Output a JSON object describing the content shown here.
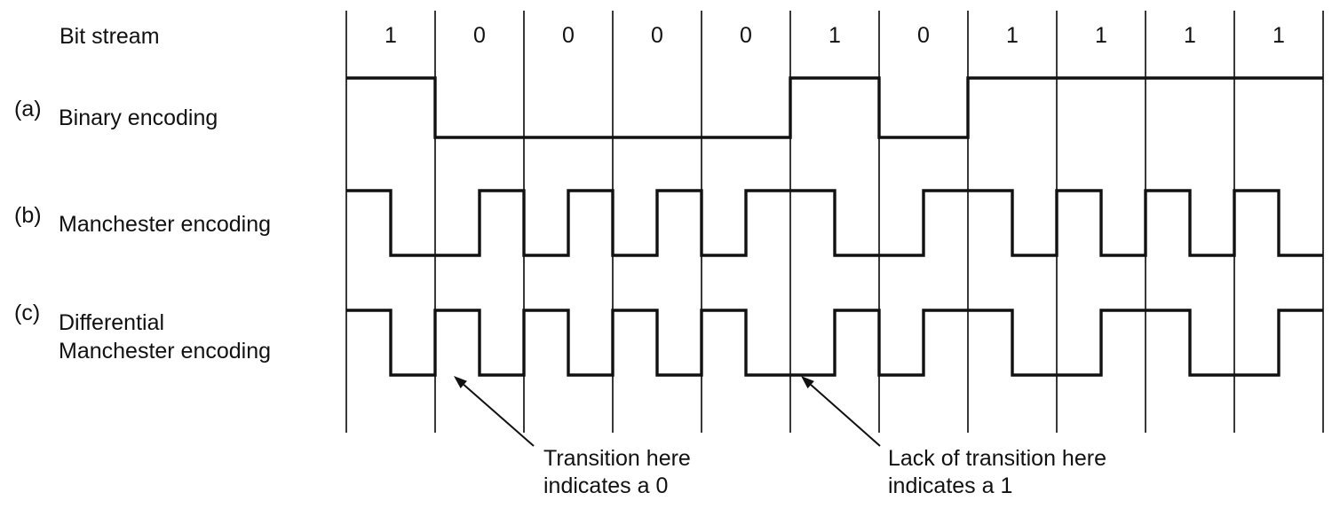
{
  "labels": {
    "bit_stream": "Bit stream"
  },
  "bits": [
    "1",
    "0",
    "0",
    "0",
    "0",
    "1",
    "0",
    "1",
    "1",
    "1",
    "1"
  ],
  "rows": [
    {
      "tag": "(a)",
      "label": "Binary encoding"
    },
    {
      "tag": "(b)",
      "label": "Manchester encoding"
    },
    {
      "tag": "(c)",
      "label_line1": "Differential",
      "label_line2": "Manchester encoding"
    }
  ],
  "waveforms": {
    "level_convention": "1=high, 0=low; half_levels are [first-half, second-half] of each bit cell",
    "binary_levels": [
      1,
      0,
      0,
      0,
      0,
      1,
      0,
      1,
      1,
      1,
      1
    ],
    "manchester_half_levels": [
      [
        1,
        0
      ],
      [
        0,
        1
      ],
      [
        0,
        1
      ],
      [
        0,
        1
      ],
      [
        0,
        1
      ],
      [
        1,
        0
      ],
      [
        0,
        1
      ],
      [
        1,
        0
      ],
      [
        1,
        0
      ],
      [
        1,
        0
      ],
      [
        1,
        0
      ]
    ],
    "differential_manchester_half_levels": [
      [
        1,
        0
      ],
      [
        1,
        0
      ],
      [
        1,
        0
      ],
      [
        1,
        0
      ],
      [
        1,
        0
      ],
      [
        0,
        1
      ],
      [
        0,
        1
      ],
      [
        1,
        0
      ],
      [
        0,
        1
      ],
      [
        1,
        0
      ],
      [
        0,
        1
      ]
    ]
  },
  "annotations": [
    {
      "line1": "Transition here",
      "line2": "indicates a 0"
    },
    {
      "line1": "Lack of transition here",
      "line2": "indicates a 1"
    }
  ],
  "colors": {
    "ink": "#111111",
    "background": "#ffffff"
  }
}
